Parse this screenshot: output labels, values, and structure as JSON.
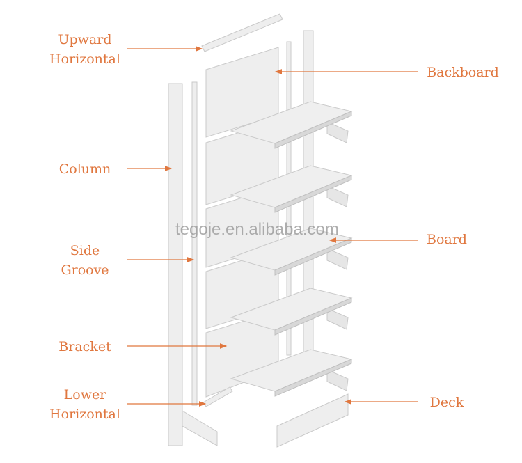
{
  "labels": {
    "upward_horizontal": "Upward\nHorizontal",
    "column": "Column",
    "side_groove": "Side\nGroove",
    "bracket": "Bracket",
    "lower_horizontal": "Lower\nHorizontal",
    "backboard": "Backboard",
    "board": "Board",
    "deck": "Deck"
  },
  "watermark": "tegoje.en.alibaba.com",
  "colors": {
    "label": "#e0773f",
    "arrow": "#e0773f",
    "metal": "#ececec",
    "edge": "#c8c8c8"
  }
}
